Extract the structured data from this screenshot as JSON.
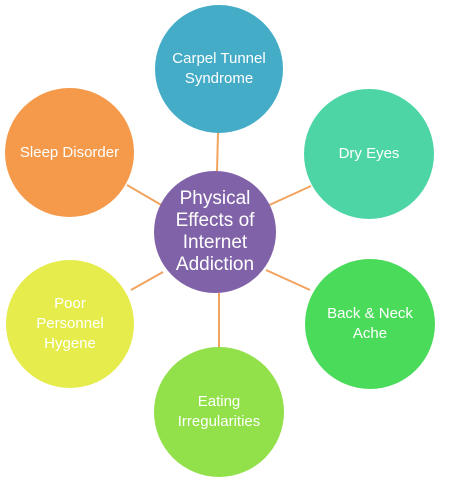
{
  "colors": {
    "center": "#8062a8",
    "connector": "#f2a35e",
    "carpel_tunnel": "#45acc8",
    "dry_eyes": "#4dd5a5",
    "back_neck": "#4bdb5b",
    "eating": "#92e04a",
    "hygene": "#e5ec4c",
    "sleep": "#f59a4b"
  },
  "center": {
    "label": "Physical Effects of Internet Addiction"
  },
  "nodes": {
    "carpel_tunnel": {
      "label": "Carpel Tunnel Syndrome"
    },
    "dry_eyes": {
      "label": "Dry Eyes"
    },
    "back_neck": {
      "label": "Back & Neck Ache"
    },
    "eating": {
      "label": "Eating Irregularities"
    },
    "hygene": {
      "label": "Poor Personnel Hygene"
    },
    "sleep": {
      "label": "Sleep Disorder"
    }
  }
}
